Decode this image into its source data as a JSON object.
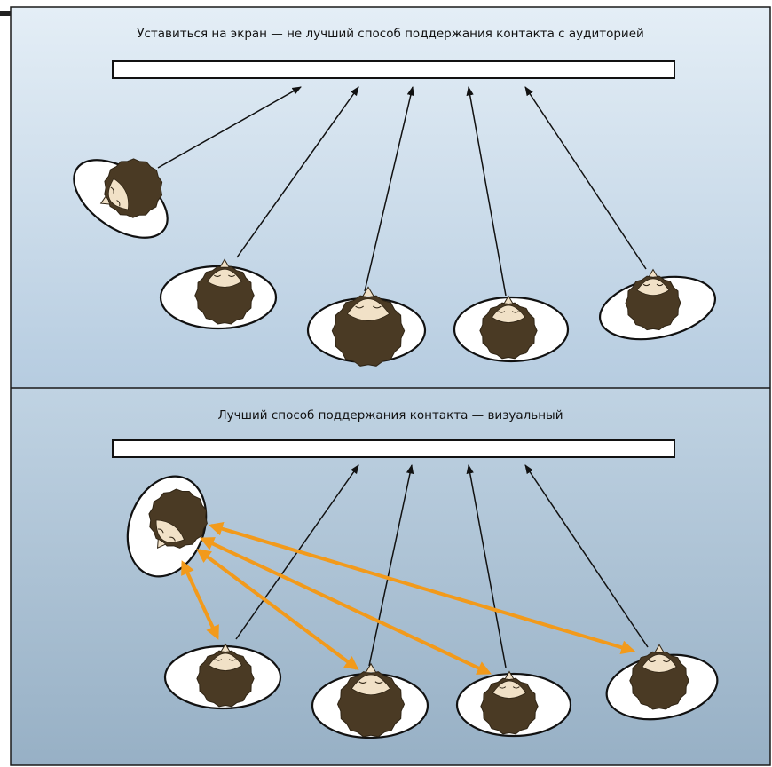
{
  "panels": {
    "top": {
      "caption": "Уставиться на экран — не лучший способ поддержания контакта с аудиторией"
    },
    "bottom": {
      "caption": "Лучший способ поддержания контакта — визуальный"
    }
  },
  "colors": {
    "background_top": "#e1ebf4",
    "background_mid": "#b9cfe1",
    "background_bottom": "#9eb7cb",
    "border": "#1a1a1a",
    "screen_fill": "#ffffff",
    "plate_fill": "#ffffff",
    "hair": "#4a3a24",
    "face": "#f1e1c7",
    "gaze_arrow": "#111111",
    "eye_contact_arrow": "#f29a1b"
  },
  "icons": {
    "screen": "projection-screen",
    "person": "audience-member-top-view-icon"
  }
}
